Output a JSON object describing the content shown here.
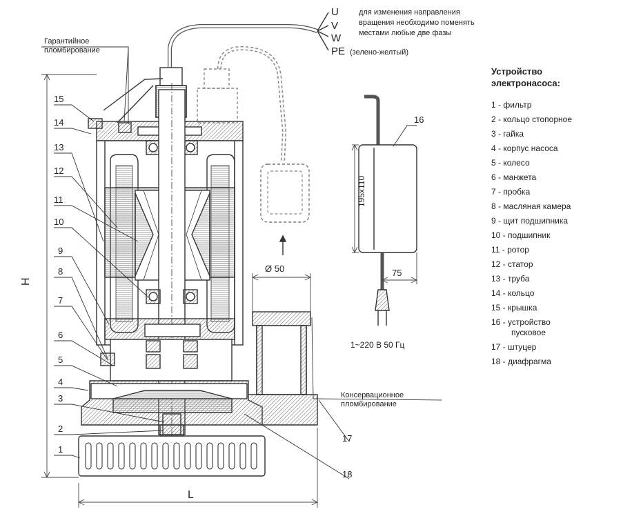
{
  "top_note": [
    "для изменения направления",
    "вращения необходимо поменять",
    "местами любые две фазы"
  ],
  "phases": [
    "U",
    "V",
    "W",
    "PE"
  ],
  "pe_note": "(зелено-желтый)",
  "seal_top": [
    "Гарантийное",
    "пломбирование"
  ],
  "seal_bottom": [
    "Консервационное",
    "пломбирование"
  ],
  "dim_H": "H",
  "dim_L": "L",
  "dim_diameter": "Ø 50",
  "dim_height_box": "195х110",
  "dim_width_box": "75",
  "power_label": "1~220 В  50 Гц",
  "callouts_left": [
    "15",
    "14",
    "13",
    "12",
    "11",
    "10",
    "9",
    "8",
    "7",
    "6",
    "5",
    "4",
    "3",
    "2",
    "1"
  ],
  "callouts_right": [
    "16",
    "17",
    "18"
  ],
  "legend": {
    "title": [
      "Устройство",
      "электронасоса:"
    ],
    "items": [
      [
        "1 - фильтр"
      ],
      [
        "2 - кольцо стопорное"
      ],
      [
        "3 - гайка"
      ],
      [
        "4 - корпус насоса"
      ],
      [
        "5 - колесо"
      ],
      [
        "6 - манжета"
      ],
      [
        "7 - пробка"
      ],
      [
        "8 - масляная камера"
      ],
      [
        "9 - щит подшипника"
      ],
      [
        "10 - подшипник"
      ],
      [
        "11 - ротор"
      ],
      [
        "12 - статор"
      ],
      [
        "13 - труба"
      ],
      [
        "14 - кольцо"
      ],
      [
        "15 - крышка"
      ],
      [
        "16 - устройство",
        "пусковое"
      ],
      [
        "17 - штуцер"
      ],
      [
        "18 - диафрагма"
      ]
    ]
  }
}
